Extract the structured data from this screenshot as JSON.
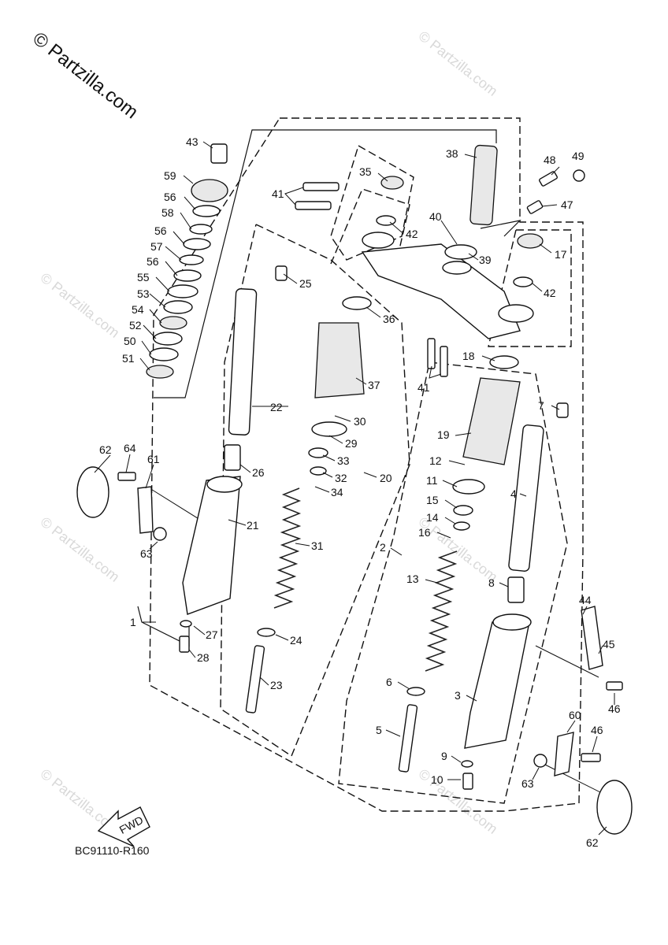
{
  "watermark": {
    "main": "© Partzilla.com",
    "repeat": "© Partzilla.com"
  },
  "diagram_code": "BC91110-R160",
  "fwd_label": "FWD",
  "callouts": [
    {
      "id": "c43",
      "text": "43"
    },
    {
      "id": "c59",
      "text": "59"
    },
    {
      "id": "c56a",
      "text": "56"
    },
    {
      "id": "c58",
      "text": "58"
    },
    {
      "id": "c56b",
      "text": "56"
    },
    {
      "id": "c57",
      "text": "57"
    },
    {
      "id": "c56c",
      "text": "56"
    },
    {
      "id": "c55",
      "text": "55"
    },
    {
      "id": "c53",
      "text": "53"
    },
    {
      "id": "c54",
      "text": "54"
    },
    {
      "id": "c52",
      "text": "52"
    },
    {
      "id": "c50",
      "text": "50"
    },
    {
      "id": "c51",
      "text": "51"
    },
    {
      "id": "c41a",
      "text": "41"
    },
    {
      "id": "c35",
      "text": "35"
    },
    {
      "id": "c42a",
      "text": "42"
    },
    {
      "id": "c38",
      "text": "38"
    },
    {
      "id": "c40",
      "text": "40"
    },
    {
      "id": "c39",
      "text": "39"
    },
    {
      "id": "c48",
      "text": "48"
    },
    {
      "id": "c49",
      "text": "49"
    },
    {
      "id": "c47",
      "text": "47"
    },
    {
      "id": "c17",
      "text": "17"
    },
    {
      "id": "c42b",
      "text": "42"
    },
    {
      "id": "c25",
      "text": "25"
    },
    {
      "id": "c36",
      "text": "36"
    },
    {
      "id": "c18",
      "text": "18"
    },
    {
      "id": "c41b",
      "text": "41"
    },
    {
      "id": "c37",
      "text": "37"
    },
    {
      "id": "c22",
      "text": "22"
    },
    {
      "id": "c30",
      "text": "30"
    },
    {
      "id": "c7",
      "text": "7"
    },
    {
      "id": "c29",
      "text": "29"
    },
    {
      "id": "c19",
      "text": "19"
    },
    {
      "id": "c62a",
      "text": "62"
    },
    {
      "id": "c64",
      "text": "64"
    },
    {
      "id": "c61",
      "text": "61"
    },
    {
      "id": "c26",
      "text": "26"
    },
    {
      "id": "c33",
      "text": "33"
    },
    {
      "id": "c32",
      "text": "32"
    },
    {
      "id": "c20",
      "text": "20"
    },
    {
      "id": "c12",
      "text": "12"
    },
    {
      "id": "c34",
      "text": "34"
    },
    {
      "id": "c11",
      "text": "11"
    },
    {
      "id": "c4",
      "text": "4"
    },
    {
      "id": "c15",
      "text": "15"
    },
    {
      "id": "c14",
      "text": "14"
    },
    {
      "id": "c21",
      "text": "21"
    },
    {
      "id": "c16",
      "text": "16"
    },
    {
      "id": "c63a",
      "text": "63"
    },
    {
      "id": "c31",
      "text": "31"
    },
    {
      "id": "c2",
      "text": "2"
    },
    {
      "id": "c13",
      "text": "13"
    },
    {
      "id": "c8",
      "text": "8"
    },
    {
      "id": "c44",
      "text": "44"
    },
    {
      "id": "c1",
      "text": "1"
    },
    {
      "id": "c27",
      "text": "27"
    },
    {
      "id": "c24",
      "text": "24"
    },
    {
      "id": "c45",
      "text": "45"
    },
    {
      "id": "c28",
      "text": "28"
    },
    {
      "id": "c23",
      "text": "23"
    },
    {
      "id": "c6",
      "text": "6"
    },
    {
      "id": "c3",
      "text": "3"
    },
    {
      "id": "c46a",
      "text": "46"
    },
    {
      "id": "c60",
      "text": "60"
    },
    {
      "id": "c5",
      "text": "5"
    },
    {
      "id": "c46b",
      "text": "46"
    },
    {
      "id": "c9",
      "text": "9"
    },
    {
      "id": "c63b",
      "text": "63"
    },
    {
      "id": "c10",
      "text": "10"
    },
    {
      "id": "c62b",
      "text": "62"
    }
  ]
}
